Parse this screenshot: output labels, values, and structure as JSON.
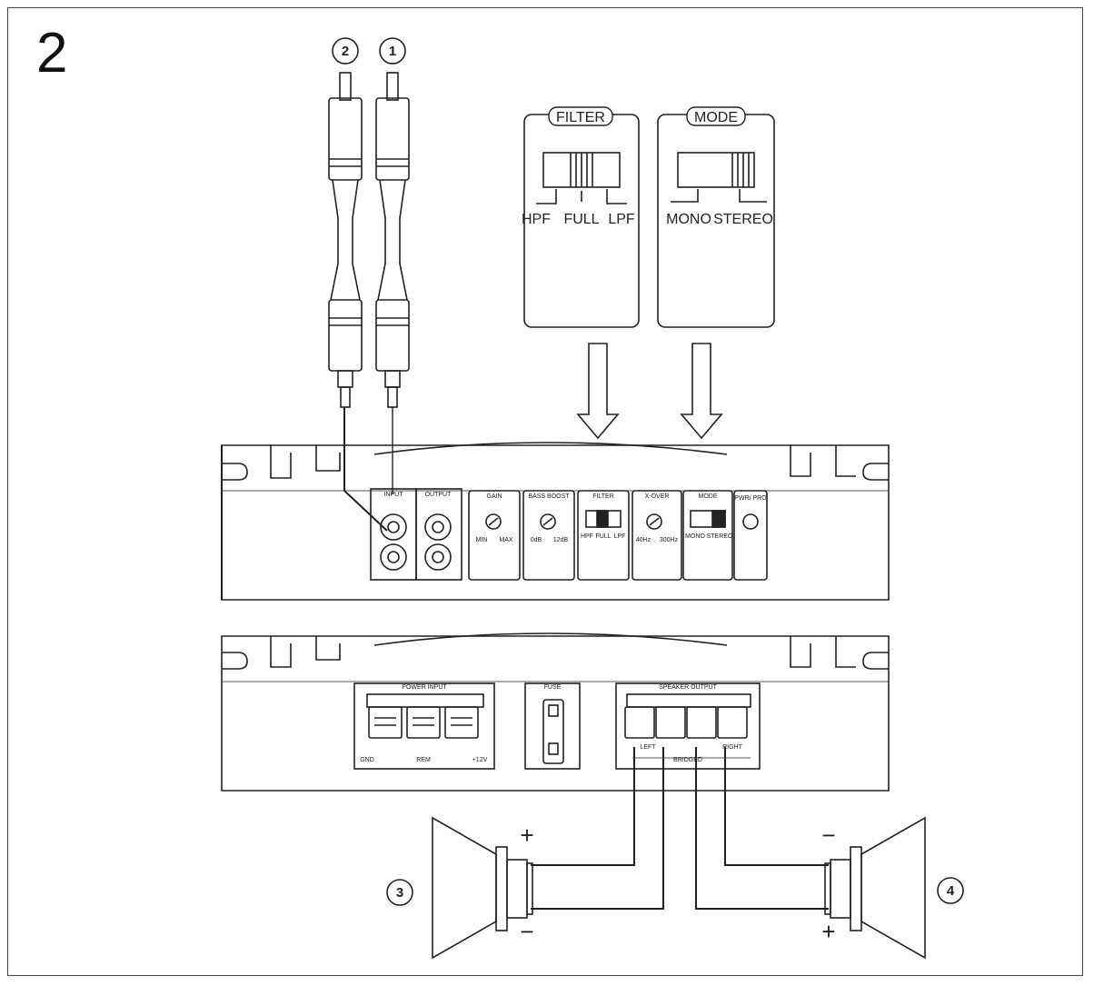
{
  "figure_number": "2",
  "callouts": {
    "c1": "1",
    "c2": "2",
    "c3": "3",
    "c4": "4"
  },
  "filter_panel": {
    "title": "FILTER",
    "labels": [
      "HPF",
      "FULL",
      "LPF"
    ]
  },
  "mode_panel": {
    "title": "MODE",
    "labels": [
      "MONO",
      "STEREO"
    ]
  },
  "front_panel": {
    "input": "INPUT",
    "output": "OUTPUT",
    "gain": {
      "title": "GAIN",
      "min": "MIN",
      "max": "MAX"
    },
    "bass_boost": {
      "title": "BASS BOOST",
      "low": "0dB",
      "high": "12dB"
    },
    "filter": {
      "title": "FILTER",
      "hpf": "HPF",
      "full": "FULL",
      "lpf": "LPF"
    },
    "xover": {
      "title": "X-OVER",
      "low": "40Hz",
      "high": "300Hz"
    },
    "mode": {
      "title": "MODE",
      "mono": "MONO",
      "stereo": "STEREO"
    },
    "pwr": "PWR/ PRO"
  },
  "rear_panel": {
    "power_input": "POWER INPUT",
    "gnd": "GND",
    "rem": "REM",
    "v12": "+12V",
    "fuse": "FUSE",
    "speaker_output": "SPEAKER OUTPUT",
    "left": "LEFT",
    "right": "RIGHT",
    "bridged": "BRIDGED"
  },
  "speaker_left": {
    "plus": "+",
    "minus": "−"
  },
  "speaker_right": {
    "plus": "+",
    "minus": "−"
  }
}
